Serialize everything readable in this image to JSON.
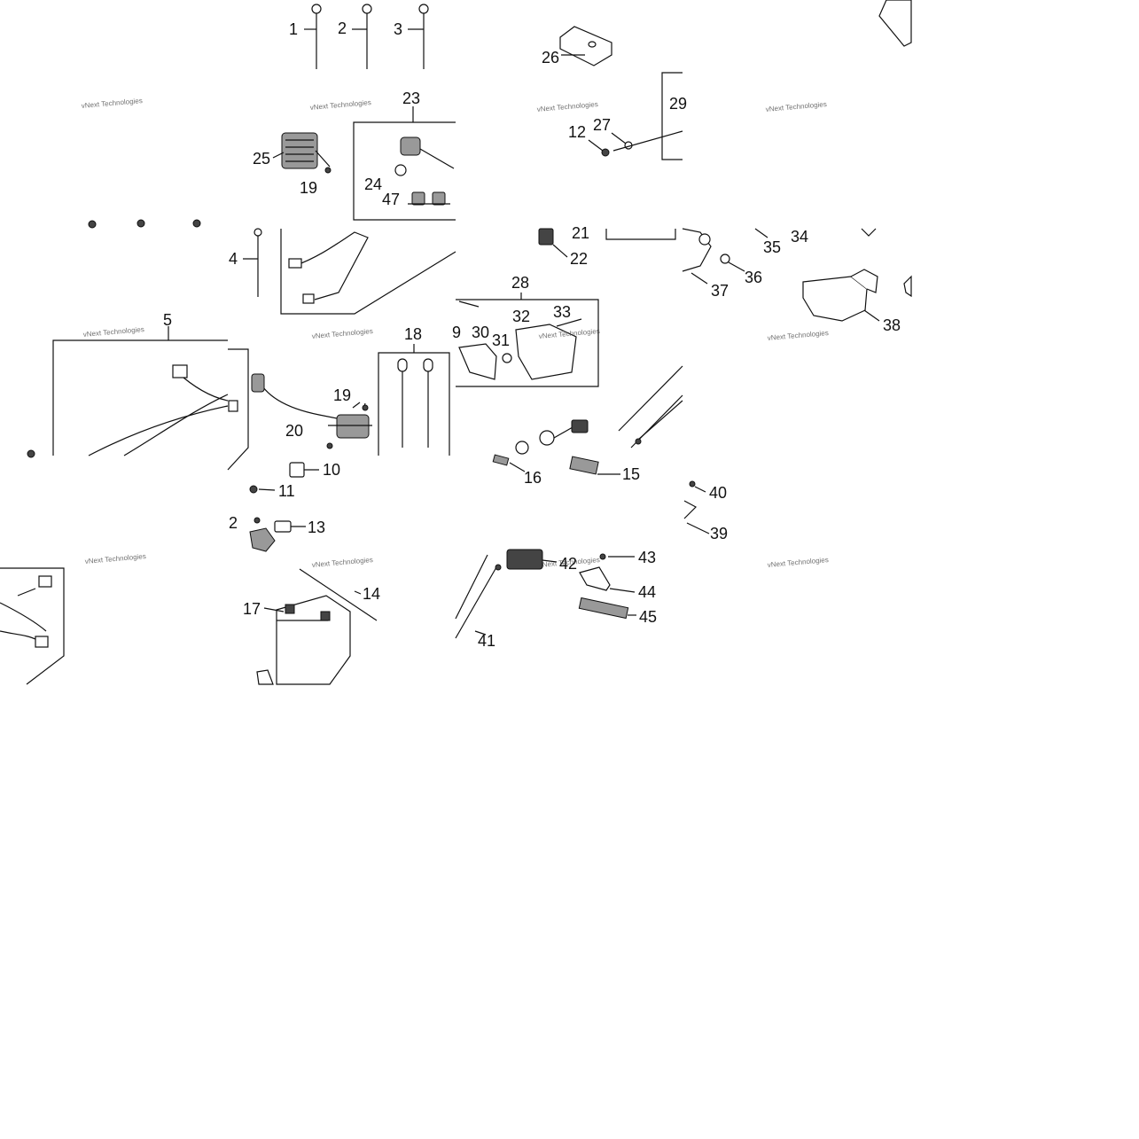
{
  "diagram": {
    "watermark_text": "vNext Technologies",
    "callout_labels": [
      "1",
      "2",
      "3",
      "4",
      "5",
      "9",
      "10",
      "11",
      "12",
      "13",
      "14",
      "15",
      "16",
      "17",
      "18",
      "19",
      "20",
      "21",
      "22",
      "23",
      "24",
      "25",
      "26",
      "27",
      "28",
      "29",
      "30",
      "31",
      "32",
      "33",
      "34",
      "35",
      "36",
      "37",
      "38",
      "39",
      "40",
      "41",
      "42",
      "43",
      "44",
      "45",
      "47"
    ]
  }
}
